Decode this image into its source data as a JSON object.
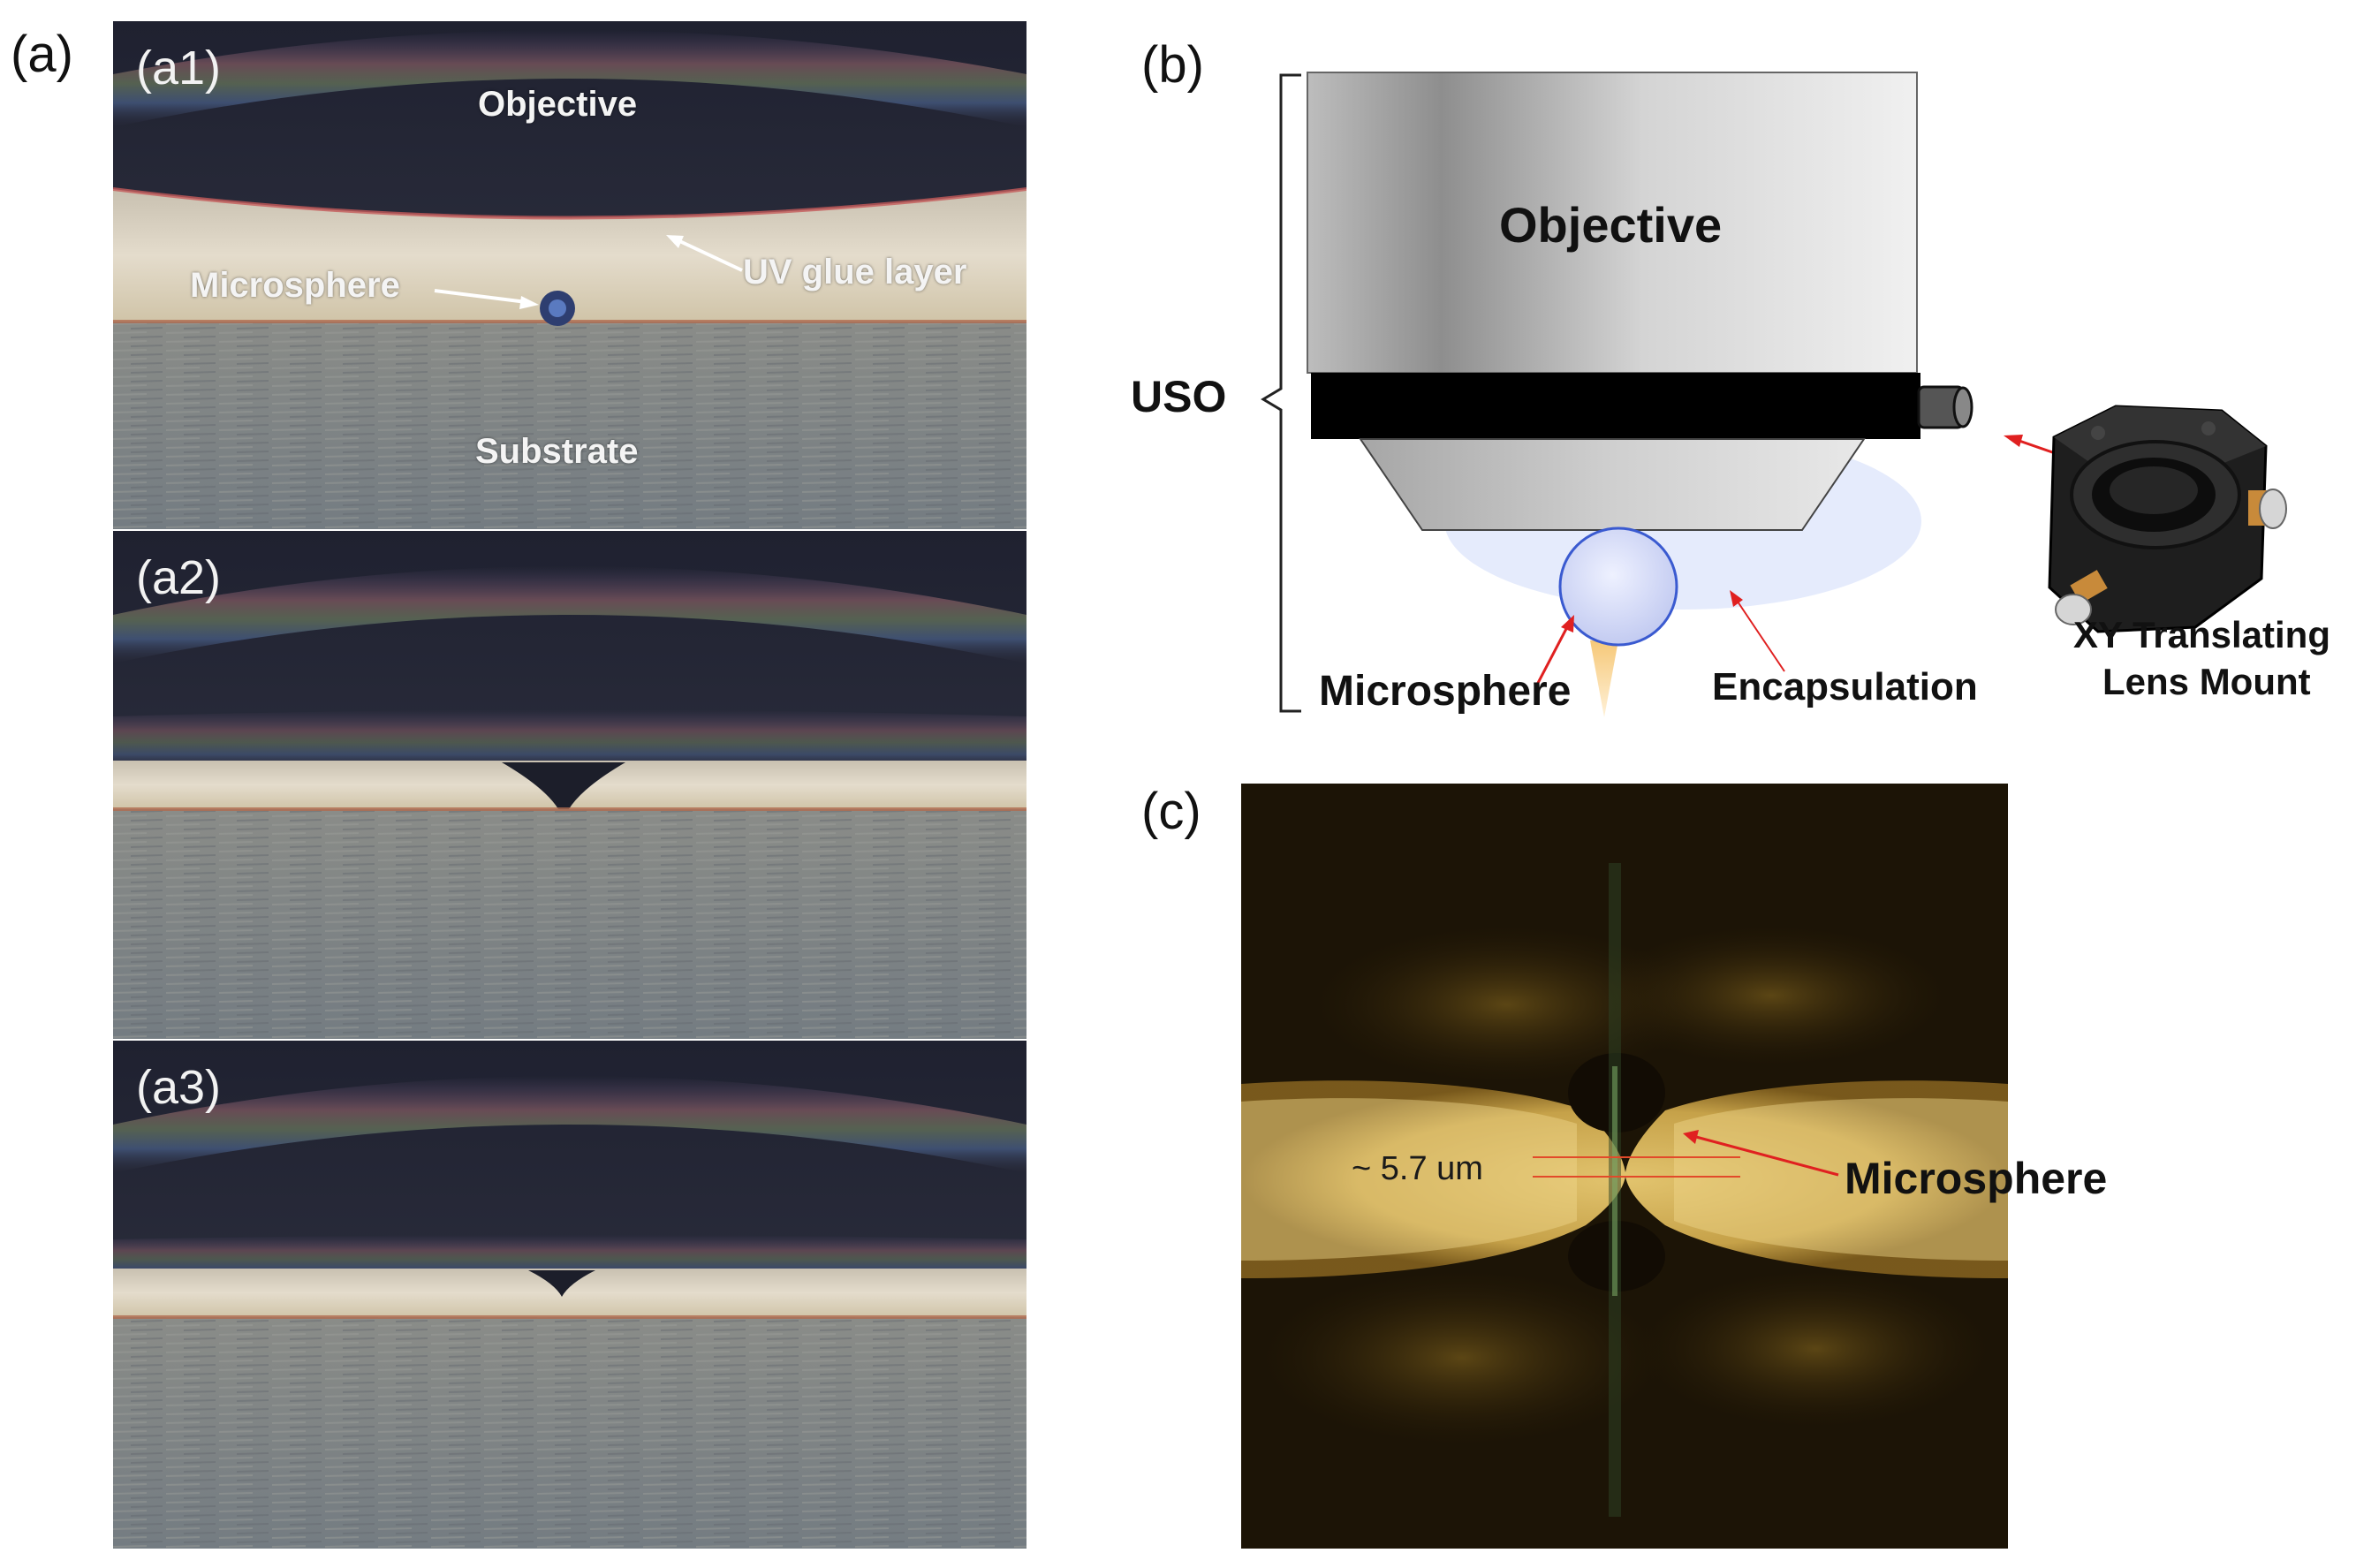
{
  "panel_a": {
    "label": "(a)",
    "sub1": {
      "label": "(a1)",
      "objective": "Objective",
      "uv_glue": "UV glue layer",
      "microsphere": "Microsphere",
      "substrate": "Substrate"
    },
    "sub2": {
      "label": "(a2)"
    },
    "sub3": {
      "label": "(a3)"
    }
  },
  "panel_b": {
    "label": "(b)",
    "objective": "Objective",
    "uso": "USO",
    "microsphere": "Microsphere",
    "encapsulation": "Encapsulation",
    "mount_line1": "XY Translating",
    "mount_line2": "Lens Mount"
  },
  "panel_c": {
    "label": "(c)",
    "measurement": "~ 5.7 um",
    "microsphere": "Microsphere"
  },
  "colors": {
    "objective_dark": "#2a2c3c",
    "glue": "#d9d3c0",
    "substrate": "#7d8488",
    "arrow_red": "#e02020",
    "mount_black": "#1e1e1e"
  }
}
